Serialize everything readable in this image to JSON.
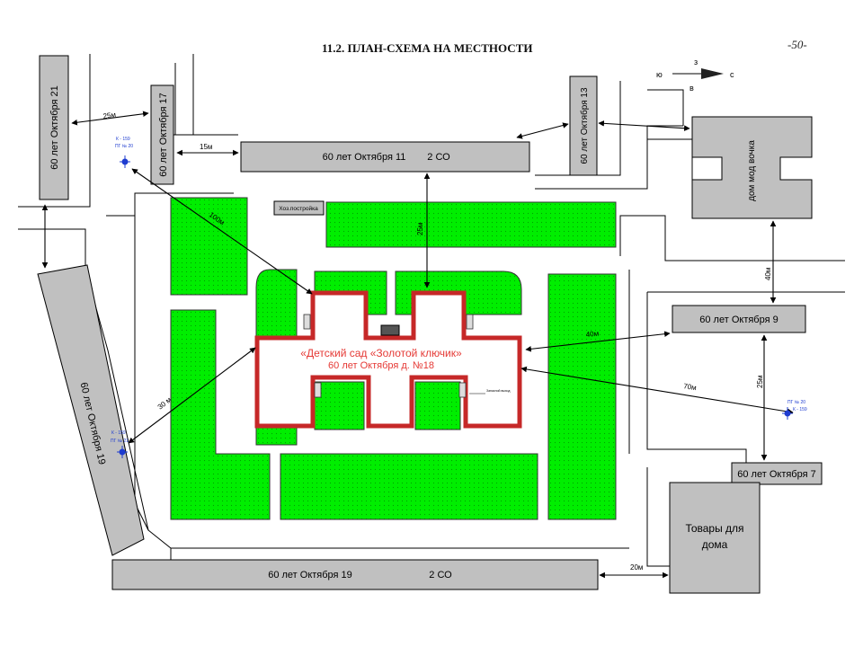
{
  "title": "11.2. ПЛАН-СХЕМА НА МЕСТНОСТИ",
  "page_number": "-50-",
  "compass": {
    "north": "з",
    "south": "в",
    "west": "ю",
    "east": "с"
  },
  "buildings": {
    "oct21": "60 лет Октября 21",
    "oct17": "60 лет Октября 17",
    "oct13": "60 лет Октября 13",
    "oct11": "60 лет Октября 11",
    "oct11_note": "2 СО",
    "oct9": "60 лет Октября 9",
    "oct7": "60 лет Октября 7",
    "oct19_left": "60 лет Октября 19",
    "oct19_bottom": "60 лет Октября 19",
    "oct19_note": "2 СО",
    "dom_mod": "дом мод вочка",
    "shop_line1": "Товары для",
    "shop_line2": "дома",
    "shed": "Хоз.постройка"
  },
  "kindergarten": {
    "name": "«Детский сад «Золотой ключик»",
    "address": "60 лет Октября д. №18",
    "small_label": "Запасной выход"
  },
  "distances": {
    "d25_top": "25м",
    "d15": "15м",
    "d100": "100м",
    "d25_vertical": "25м",
    "d30": "30 м",
    "d40_vertical": "40м",
    "d40": "40м",
    "d70": "70м",
    "d25_right": "25м",
    "d20": "20м"
  },
  "hydrants": {
    "h1_k": "К - 159",
    "h1_pg": "ПГ № 20",
    "h2_k": "К - 159",
    "h2_pg": "ПГ № 21",
    "h3_pg": "ПГ № 20",
    "h3_k": "К - 159"
  },
  "colors": {
    "grass": "#00ee00",
    "building": "#c0c0c0",
    "kindergarten_outline": "#c62828",
    "kindergarten_text": "#e53935",
    "hydrant": "#1e3cd0"
  }
}
